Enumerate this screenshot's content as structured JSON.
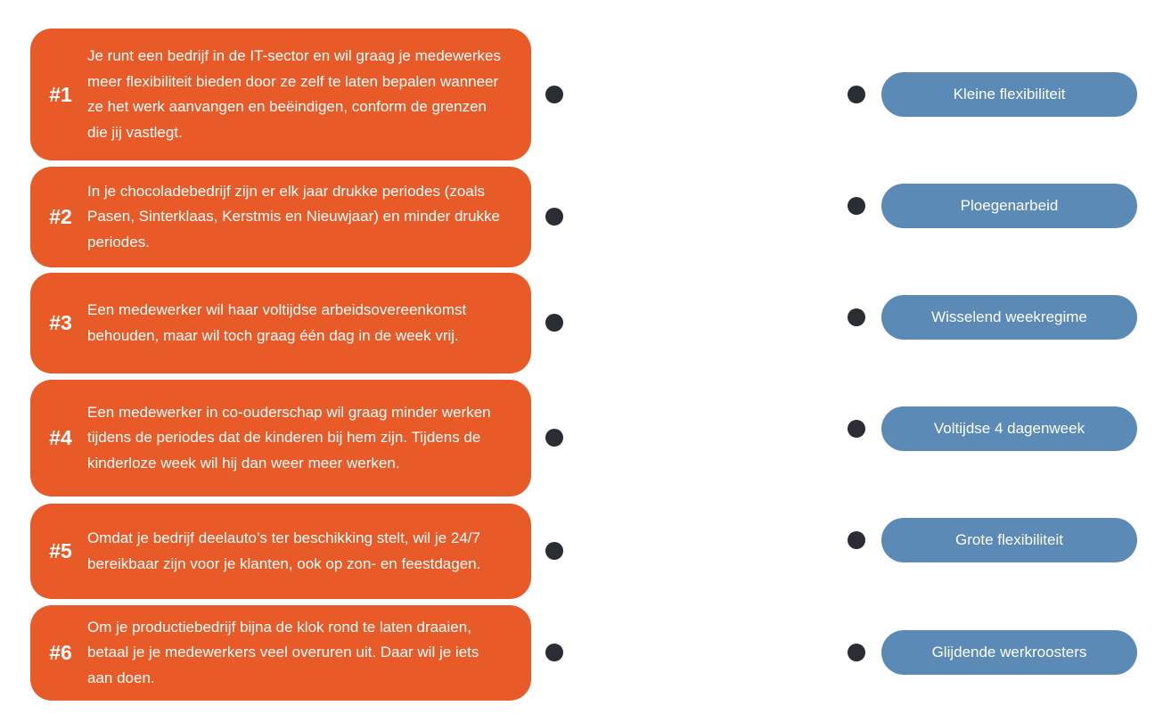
{
  "scenarios": [
    {
      "num": "#1",
      "text": "Je runt een bedrijf in de IT-sector en wil graag je medewerkes meer flexibiliteit bieden door ze zelf te laten bepalen wanneer ze het werk aanvangen en beëindigen, conform de grenzen die jij vastlegt."
    },
    {
      "num": "#2",
      "text": "In je chocoladebedrijf zijn er elk jaar drukke periodes (zoals Pasen, Sinterklaas, Kerstmis en Nieuwjaar) en minder drukke periodes."
    },
    {
      "num": "#3",
      "text": "Een medewerker wil haar voltijdse arbeidsovereenkomst behouden, maar wil toch graag één dag in de week vrij."
    },
    {
      "num": "#4",
      "text": "Een medewerker in co-ouderschap wil graag minder werken tijdens de periodes dat de kinderen bij hem zijn. Tijdens de kinderloze week wil hij dan weer meer werken."
    },
    {
      "num": "#5",
      "text": "Omdat je bedrijf deelauto’s ter beschikking stelt, wil je 24/7 bereikbaar zijn voor je klanten, ook op zon- en feestdagen."
    },
    {
      "num": "#6",
      "text": "Om je productiebedrijf bijna de klok rond te laten draaien, betaal je je medewerkers veel overuren uit. Daar wil je iets aan doen."
    }
  ],
  "answers": [
    {
      "label": "Kleine flexibiliteit"
    },
    {
      "label": "Ploegenarbeid"
    },
    {
      "label": "Wisselend weekregime"
    },
    {
      "label": "Voltijdse 4 dagenweek"
    },
    {
      "label": "Grote flexibiliteit"
    },
    {
      "label": "Glijdende werkroosters"
    }
  ],
  "colors": {
    "card_bg": "#e85a27",
    "pill_bg": "#5a8ab5",
    "dot": "#2b2d34"
  }
}
